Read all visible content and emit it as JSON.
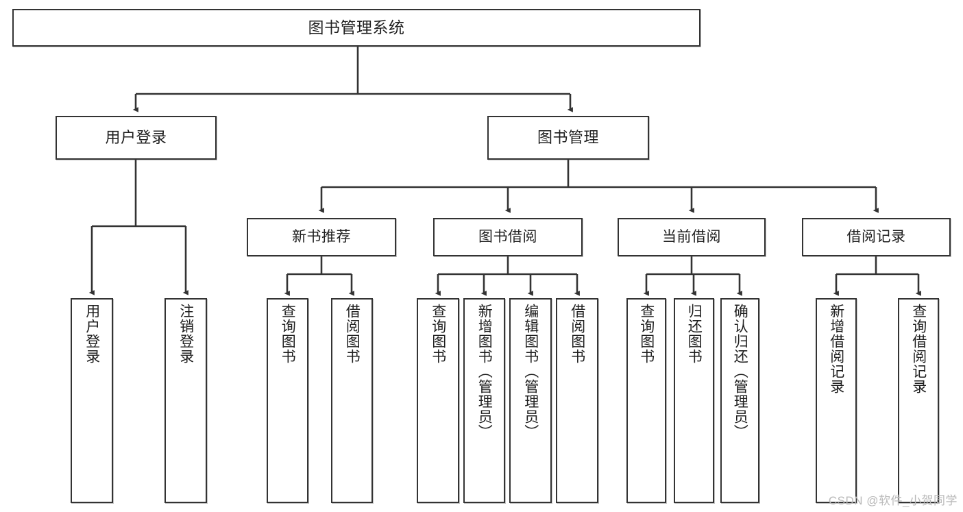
{
  "diagram": {
    "title": "图书管理系统",
    "type": "tree-hierarchy",
    "orientation": "top-down",
    "theme": {
      "background": "#ffffff",
      "box_border": "#333333",
      "box_fill": "#ffffff",
      "text": "#1f1f1f",
      "edge": "#333333",
      "watermark": "#b9b9b9"
    },
    "root": {
      "label": "图书管理系统"
    },
    "level2": [
      {
        "id": "user-login",
        "label": "用户登录"
      },
      {
        "id": "book-manage",
        "label": "图书管理"
      }
    ],
    "level3": [
      {
        "id": "new-book-recommend",
        "label": "新书推荐"
      },
      {
        "id": "book-borrow",
        "label": "图书借阅"
      },
      {
        "id": "current-borrow",
        "label": "当前借阅"
      },
      {
        "id": "borrow-record",
        "label": "借阅记录"
      }
    ],
    "leaves": {
      "user_login": [
        {
          "id": "leaf-user-login",
          "label": "用户登录"
        },
        {
          "id": "leaf-logout-login",
          "label": "注销登录"
        }
      ],
      "new_book_recommend": [
        {
          "id": "leaf-query-book-1",
          "label": "查询图书"
        },
        {
          "id": "leaf-borrow-book-1",
          "label": "借阅图书"
        }
      ],
      "book_borrow": [
        {
          "id": "leaf-query-book-2",
          "label": "查询图书"
        },
        {
          "id": "leaf-add-book",
          "label": "新增图书（管理员）"
        },
        {
          "id": "leaf-edit-book",
          "label": "编辑图书（管理员）"
        },
        {
          "id": "leaf-borrow-book-2",
          "label": "借阅图书"
        }
      ],
      "current_borrow": [
        {
          "id": "leaf-query-book-3",
          "label": "查询图书"
        },
        {
          "id": "leaf-return-book",
          "label": "归还图书"
        },
        {
          "id": "leaf-confirm-return",
          "label": "确认归还（管理员）"
        }
      ],
      "borrow_record": [
        {
          "id": "leaf-add-record",
          "label": "新增借阅记录"
        },
        {
          "id": "leaf-query-record",
          "label": "查询借阅记录"
        }
      ]
    }
  },
  "watermark": {
    "text": "CSDN @软件_小贺同学"
  }
}
